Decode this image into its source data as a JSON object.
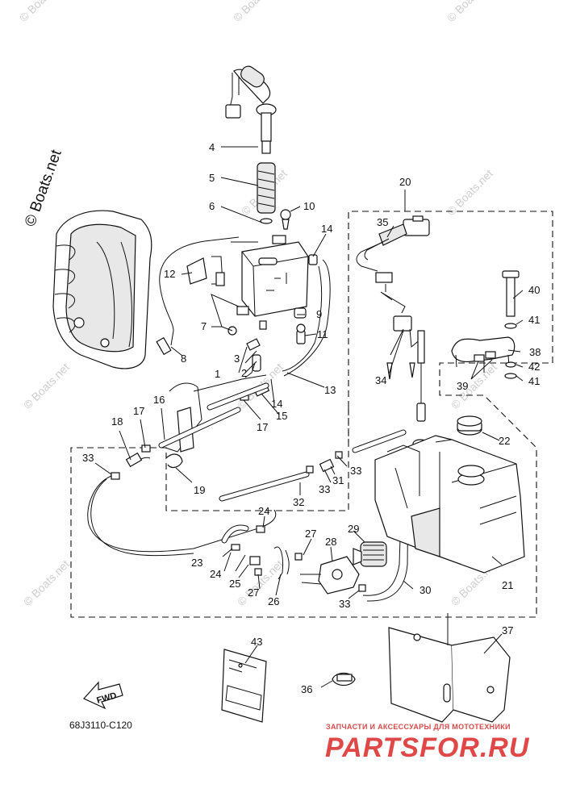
{
  "watermark": {
    "vertical_text": "© Boats.net",
    "tile_text": "© Boats.net"
  },
  "diagram_code": "68J3110-C120",
  "fwd_label": "FWD",
  "branding": {
    "tagline": "ЗАПЧАСТИ И АКСЕССУАРЫ ДЛЯ МОТОТЕХНИКИ",
    "site": "PARTSFOR.RU"
  },
  "colors": {
    "line": "#111111",
    "watermark": "#c9c9c9",
    "brand_red": "#e04848"
  },
  "callouts": [
    "1",
    "2",
    "3",
    "4",
    "5",
    "6",
    "7",
    "8",
    "9",
    "10",
    "11",
    "12",
    "13",
    "14",
    "14",
    "15",
    "16",
    "17",
    "17",
    "18",
    "19",
    "20",
    "21",
    "22",
    "23",
    "24",
    "24",
    "25",
    "26",
    "27",
    "27",
    "28",
    "29",
    "30",
    "31",
    "32",
    "33",
    "33",
    "33",
    "33",
    "34",
    "35",
    "36",
    "37",
    "38",
    "39",
    "40",
    "41",
    "41",
    "42",
    "43"
  ]
}
